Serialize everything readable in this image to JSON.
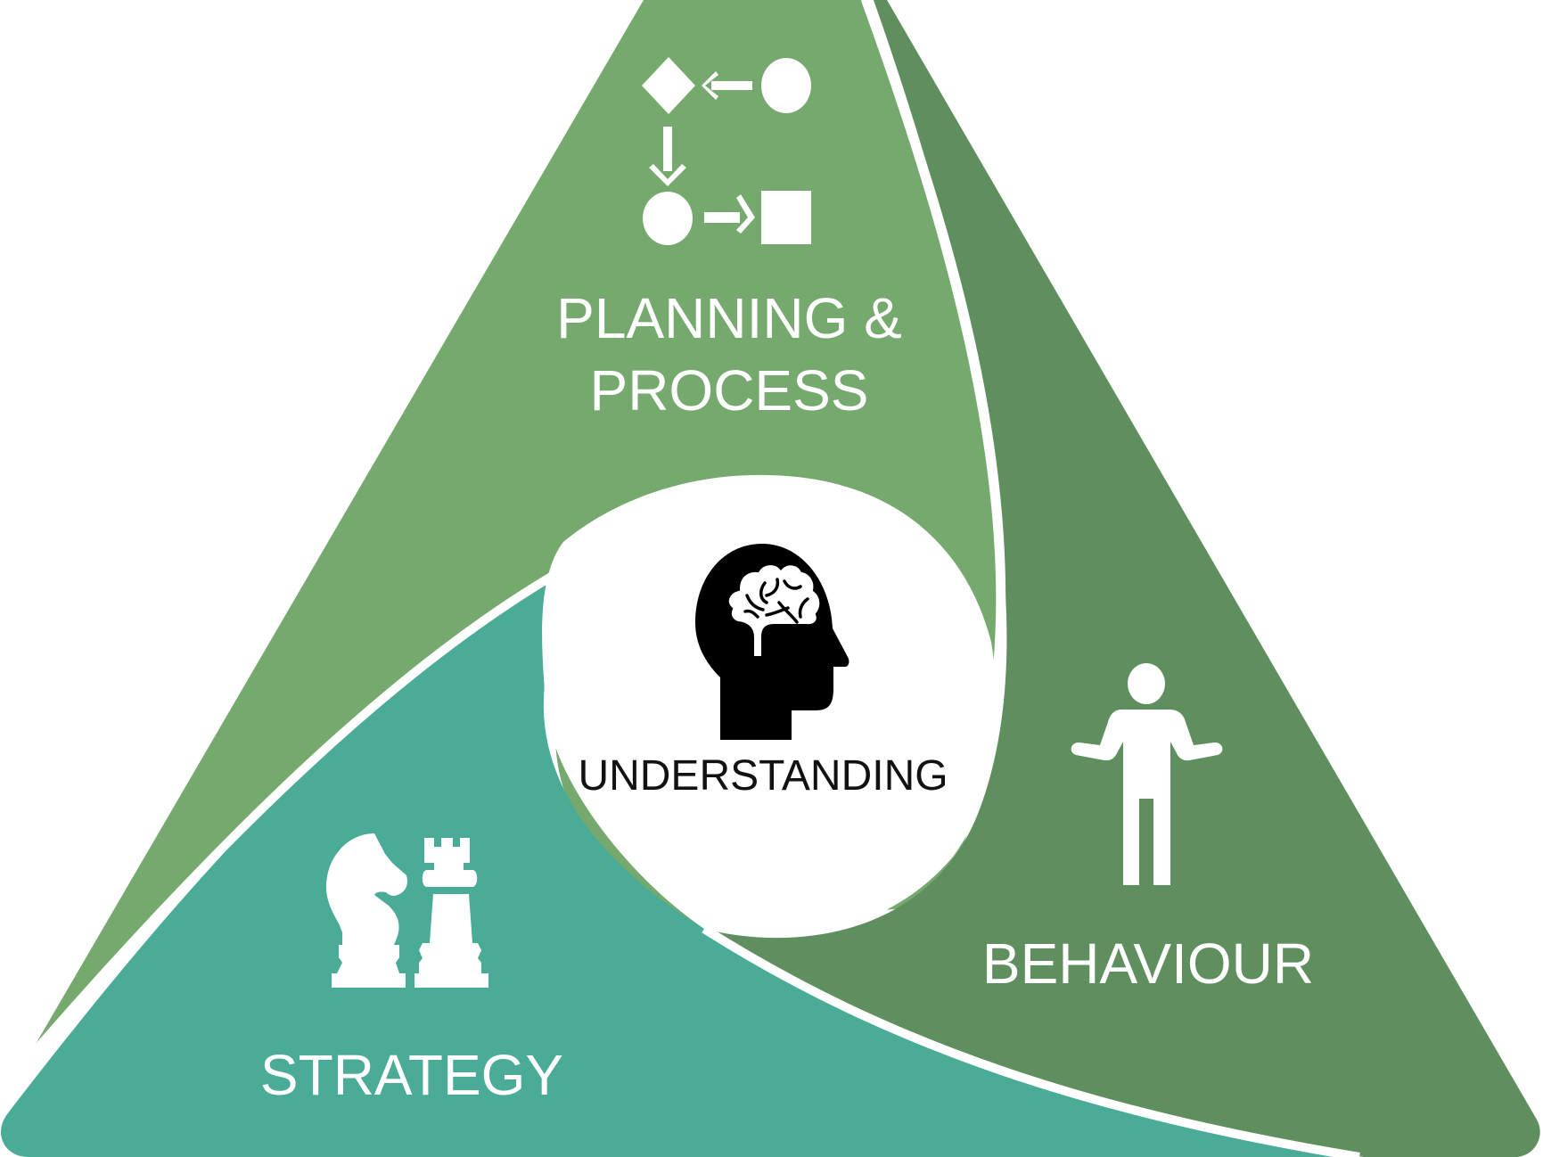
{
  "diagram": {
    "segments": {
      "planning": {
        "line1": "PLANNING &",
        "line2": "PROCESS",
        "icon": "process-flow-icon",
        "color": "#75A96E"
      },
      "behaviour": {
        "label": "BEHAVIOUR",
        "icon": "person-shrug-icon",
        "color": "#5F8F5F"
      },
      "strategy": {
        "label": "STRATEGY",
        "icon": "chess-pieces-icon",
        "color": "#4AAB97"
      }
    },
    "center": {
      "label": "UNDERSTANDING",
      "icon": "brain-head-icon",
      "color": "#FFFFFF"
    }
  }
}
